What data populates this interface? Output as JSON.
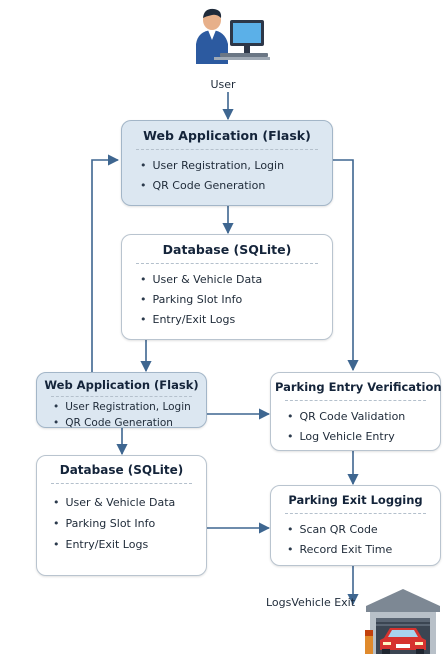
{
  "user": {
    "label": "User"
  },
  "boxes": {
    "web_top": {
      "title": "Web Application (Flask)",
      "items": [
        "User Registration, Login",
        "QR Code Generation"
      ]
    },
    "db_top": {
      "title": "Database (SQLite)",
      "items": [
        "User & Vehicle Data",
        "Parking Slot Info",
        "Entry/Exit Logs"
      ]
    },
    "web_left": {
      "title": "Web Application (Flask)",
      "items": [
        "User Registration, Login",
        "QR Code Generation"
      ]
    },
    "entry": {
      "title": "Parking Entry Verification",
      "items": [
        "QR Code Validation",
        "Log Vehicle Entry"
      ]
    },
    "db_left": {
      "title": "Database (SQLite)",
      "items": [
        "User & Vehicle Data",
        "Parking Slot Info",
        "Entry/Exit Logs"
      ]
    },
    "exit": {
      "title": "Parking Exit Logging",
      "items": [
        "Scan QR Code",
        "Record Exit Time"
      ]
    }
  },
  "exit_label": "LogsVehicle Exit",
  "colors": {
    "arrow": "#3e6690",
    "box_blue": "#dce7f1",
    "box_border": "#b9c4cf"
  },
  "icons": {
    "user": "user-at-computer-icon",
    "garage": "parking-garage-car-icon"
  }
}
